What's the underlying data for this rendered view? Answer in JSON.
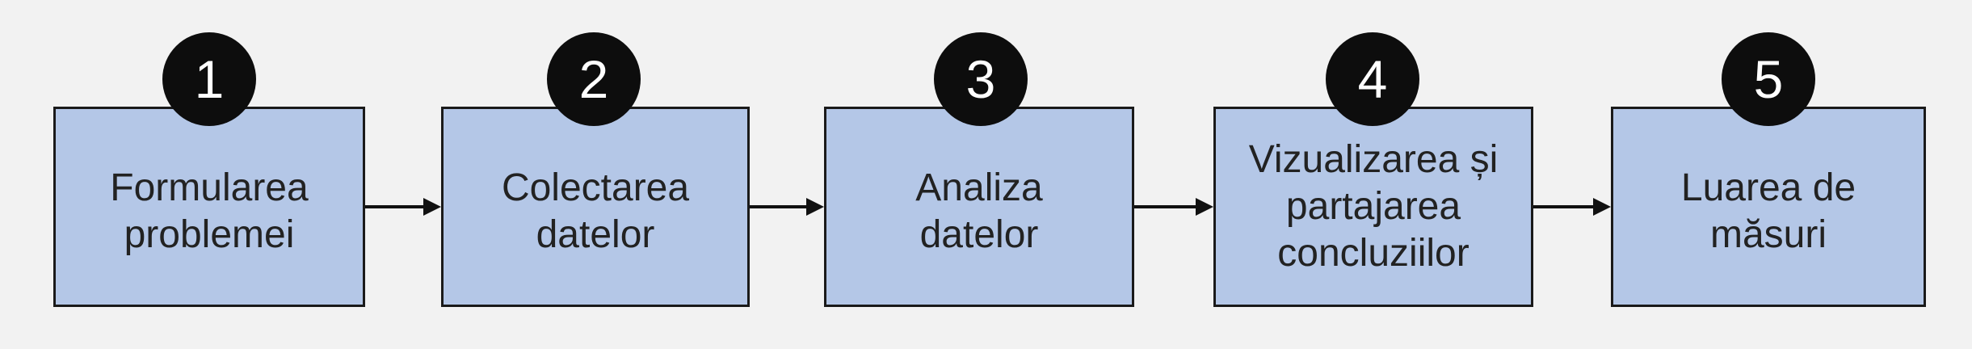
{
  "diagram": {
    "steps": [
      {
        "number": "1",
        "label": "Formularea\nproblemei"
      },
      {
        "number": "2",
        "label": "Colectarea\ndatelor"
      },
      {
        "number": "3",
        "label": "Analiza\ndatelor"
      },
      {
        "number": "4",
        "label": "Vizualizarea și\npartajarea\nconcluziilor"
      },
      {
        "number": "5",
        "label": "Luarea de\nmăsuri"
      }
    ]
  },
  "colors": {
    "box_fill": "#b4c7e7",
    "box_border": "#1a1a1a",
    "badge_fill": "#0d0d0d",
    "badge_text": "#ffffff",
    "arrow": "#111111",
    "background": "#f2f2f2"
  }
}
